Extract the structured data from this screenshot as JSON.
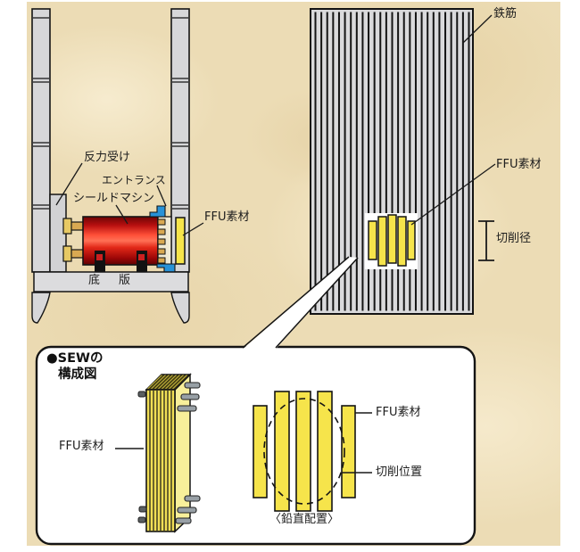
{
  "figure": {
    "description_note": "SEW shield machine launching diagram"
  },
  "colors": {
    "background_beige": "#ecdcb5",
    "concrete_gray": "#d7d7d9",
    "slab_gray": "#dcdcde",
    "machine_red": "#e02020",
    "ffu_yellow": "#f6e44b",
    "ffu_side_yellow": "#f8ef9a",
    "entrance_blue": "#2892d8",
    "jack_tan": "#d9a952",
    "pin_gray": "#98a0a6",
    "line_black": "#141414"
  },
  "left_section": {
    "labels": {
      "reaction_support": "反力受け",
      "entrance": "エントランス",
      "shield_machine": "シールドマシン",
      "ffu_material": "FFU素材",
      "bottom_slab": "底　版"
    }
  },
  "right_section": {
    "labels": {
      "rebar": "鉄筋",
      "ffu_material": "FFU素材",
      "cutting_diameter": "切削径"
    },
    "rebar_count": 27,
    "ffu_bar_count": 5
  },
  "detail_box": {
    "title_line1": "●SEWの",
    "title_line2": "構成図",
    "labels": {
      "ffu_material_stack": "FFU素材",
      "ffu_material_vertical": "FFU素材",
      "cutting_position": "切削位置",
      "vertical_arrangement": "〈鉛直配置〉"
    },
    "stack_layer_count": 8,
    "vertical_bar_count": 5
  }
}
